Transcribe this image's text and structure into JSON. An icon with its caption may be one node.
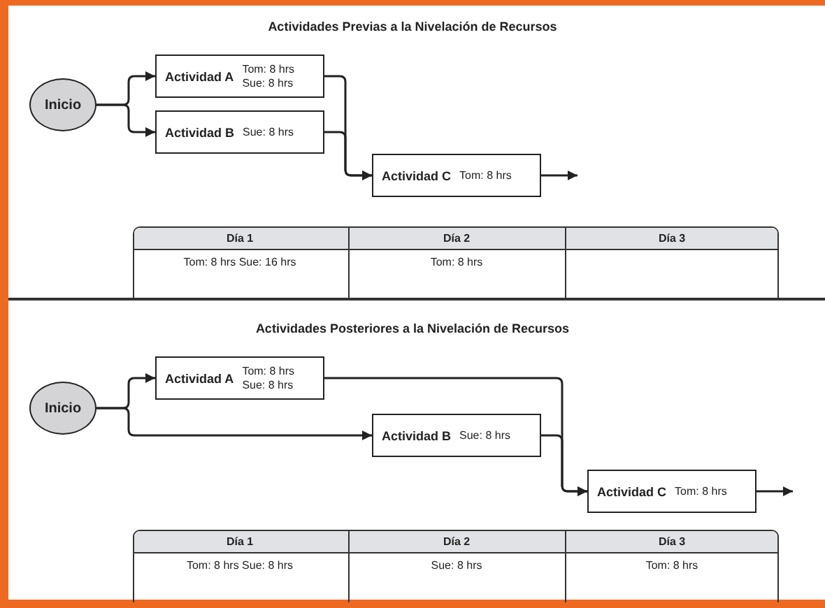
{
  "diagram": {
    "nodes": [
      {
        "text": [
          "Inicio"
        ]
      },
      {
        "text": [
          "Actividad A",
          "Tom: 8 hrs Sue: 8 hrs"
        ]
      },
      {
        "text": [
          "Actividad B",
          "Sue: 8 hrs"
        ]
      },
      {
        "text": [
          "Actividad C",
          "Tom: 8 hrs"
        ]
      },
      {
        "text": [
          "Inicio"
        ]
      },
      {
        "text": [
          "Actividad A",
          "Tom: 8 hrs Sue: 8 hrs"
        ]
      },
      {
        "text": [
          "Actividad B",
          "Sue: 8 hrs"
        ]
      },
      {
        "text": [
          "Actividad C",
          "Tom: 8 hrs"
        ]
      }
    ],
    "edges": [
      {
        "from": 0,
        "to": 1,
        "arrow": "to"
      },
      {
        "from": 0,
        "to": 2,
        "arrow": "to"
      },
      {
        "from": 1,
        "to": 3,
        "arrow": "to"
      },
      {
        "from": 2,
        "to": 3,
        "arrow": "to"
      },
      {
        "from": 3,
        "to": null,
        "arrow": "to"
      },
      {
        "from": 4,
        "to": 5,
        "arrow": "to"
      },
      {
        "from": 4,
        "to": 6,
        "arrow": "to"
      },
      {
        "from": 5,
        "to": 7,
        "arrow": "to"
      },
      {
        "from": 6,
        "to": 7,
        "arrow": "to"
      },
      {
        "from": 7,
        "to": null,
        "arrow": "to"
      }
    ],
    "labels": [
      "Actividades Previas a la Nivelación de Recursos",
      "Día 1",
      "Día 2",
      "Día 3",
      "Tom: 8 hrs Sue: 16 hrs",
      "Tom: 8 hrs",
      "Actividades Posteriores a la Nivelación de Recursos",
      "Día 1",
      "Día 2",
      "Día 3",
      "Tom: 8 hrs Sue: 8 hrs",
      "Sue: 8 hrs",
      "Tom: 8 hrs"
    ]
  }
}
